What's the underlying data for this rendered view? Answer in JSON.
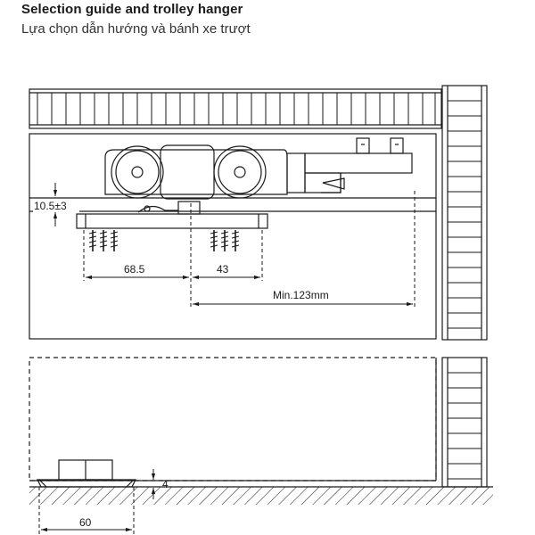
{
  "header": {
    "title": "Selection guide and trolley hanger",
    "subtitle": "Lựa chọn dẫn hướng và bánh xe trượt"
  },
  "dimensions": {
    "gap": "10.5±3",
    "screw_spacing": "68.5",
    "wheel_offset": "43",
    "min_clearance": "Min.123mm",
    "guide_gap": "4",
    "guide_width": "60"
  },
  "colors": {
    "line": "#1a1a1a",
    "background": "#ffffff"
  }
}
